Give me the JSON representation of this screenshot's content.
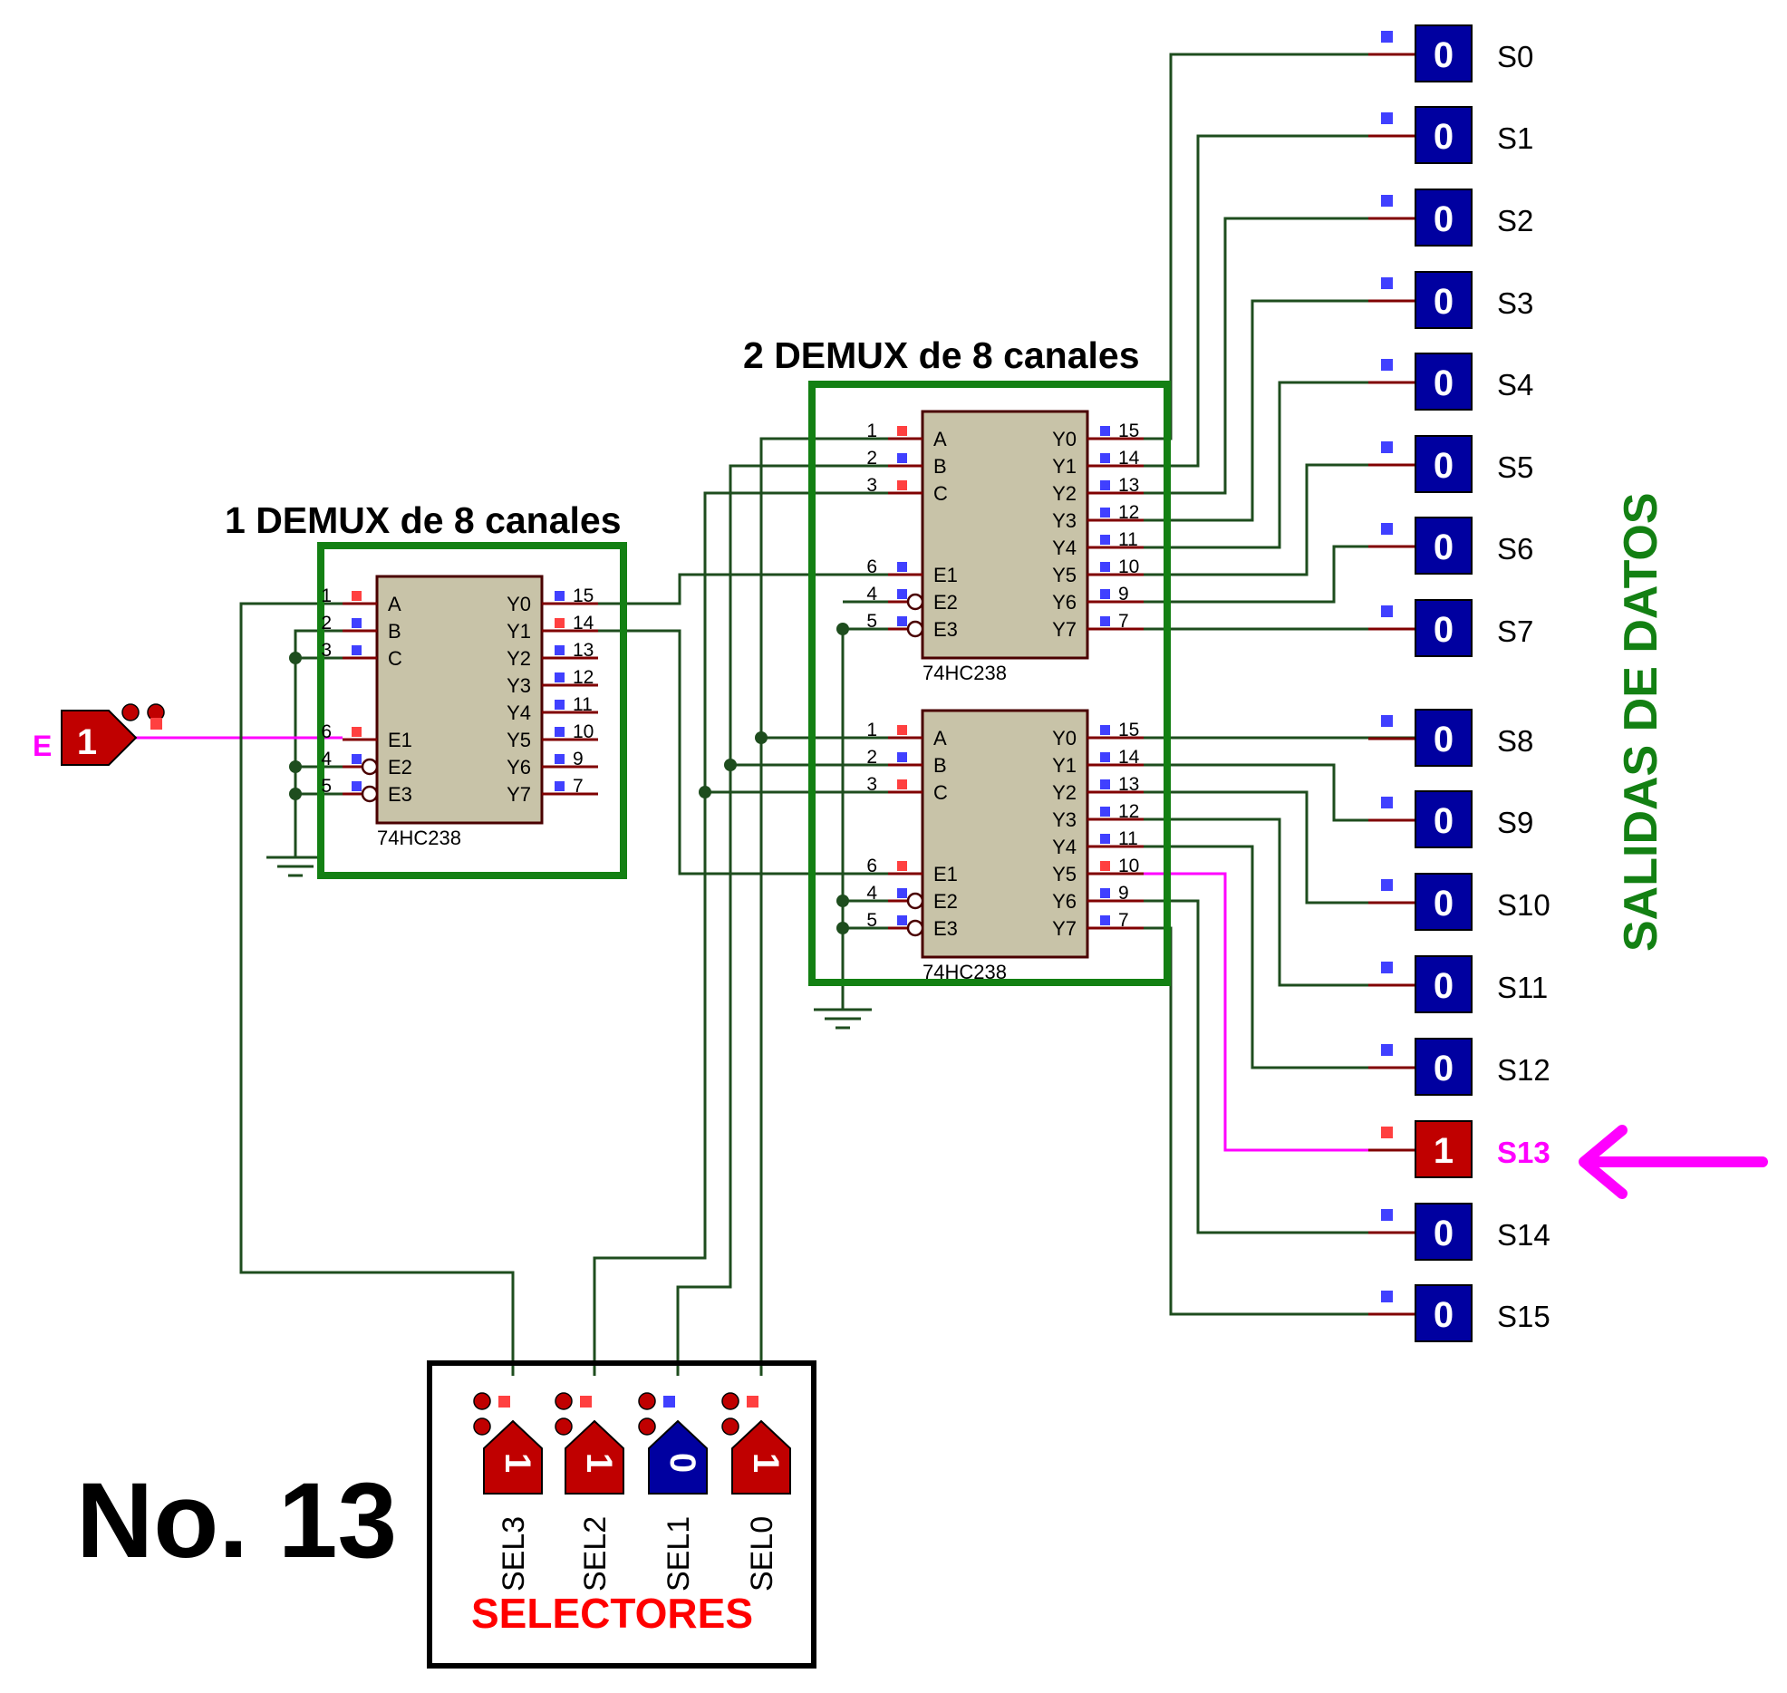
{
  "titles": {
    "demux1": "1 DEMUX de 8 canales",
    "demux2": "2 DEMUX de 8 canales",
    "outputs": "SALIDAS DE DATOS",
    "selectors": "SELECTORES",
    "number": "No. 13"
  },
  "chip_part": "74HC238",
  "left_pins": [
    {
      "num": "1",
      "name": "A"
    },
    {
      "num": "2",
      "name": "B"
    },
    {
      "num": "3",
      "name": "C"
    },
    {
      "num": "6",
      "name": "E1"
    },
    {
      "num": "4",
      "name": "E2"
    },
    {
      "num": "5",
      "name": "E3"
    }
  ],
  "right_pins": [
    {
      "num": "15",
      "name": "Y0"
    },
    {
      "num": "14",
      "name": "Y1"
    },
    {
      "num": "13",
      "name": "Y2"
    },
    {
      "num": "12",
      "name": "Y3"
    },
    {
      "num": "11",
      "name": "Y4"
    },
    {
      "num": "10",
      "name": "Y5"
    },
    {
      "num": "9",
      "name": "Y6"
    },
    {
      "num": "7",
      "name": "Y7"
    }
  ],
  "enable_input": {
    "label": "E",
    "value": "1"
  },
  "selectors": [
    {
      "label": "SEL3",
      "value": "1"
    },
    {
      "label": "SEL2",
      "value": "1"
    },
    {
      "label": "SEL1",
      "value": "0"
    },
    {
      "label": "SEL0",
      "value": "1"
    }
  ],
  "outputs": [
    {
      "label": "S0",
      "value": "0"
    },
    {
      "label": "S1",
      "value": "0"
    },
    {
      "label": "S2",
      "value": "0"
    },
    {
      "label": "S3",
      "value": "0"
    },
    {
      "label": "S4",
      "value": "0"
    },
    {
      "label": "S5",
      "value": "0"
    },
    {
      "label": "S6",
      "value": "0"
    },
    {
      "label": "S7",
      "value": "0"
    },
    {
      "label": "S8",
      "value": "0"
    },
    {
      "label": "S9",
      "value": "0"
    },
    {
      "label": "S10",
      "value": "0"
    },
    {
      "label": "S11",
      "value": "0"
    },
    {
      "label": "S12",
      "value": "0"
    },
    {
      "label": "S13",
      "value": "1"
    },
    {
      "label": "S14",
      "value": "0"
    },
    {
      "label": "S15",
      "value": "0"
    }
  ],
  "colors": {
    "wire": "#1e4d1e",
    "active_wire": "#ff00ff",
    "high": "#c00000",
    "low": "#0000a0",
    "title_green": "#138013",
    "selectors_red": "#ff0000",
    "highlight": "#ff00ff"
  }
}
